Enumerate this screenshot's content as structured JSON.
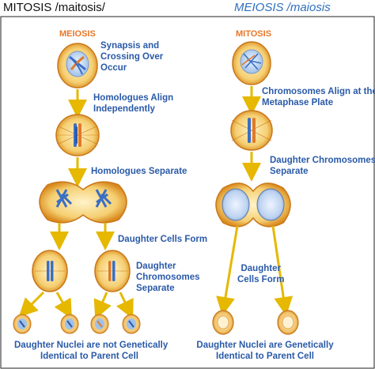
{
  "header": {
    "left_caption": "MITOSIS /maitosis/",
    "right_caption": "MEIOSIS /maiosis"
  },
  "left_panel": {
    "title": "MEIOSIS",
    "step1": [
      "Synapsis and",
      "Crossing Over",
      "Occur"
    ],
    "step2": [
      "Homologues Align",
      "Independently"
    ],
    "step3": "Homologues Separate",
    "step4": "Daughter Cells Form",
    "step5": [
      "Daughter",
      "Chromosomes",
      "Separate"
    ],
    "result": [
      "Daughter Nuclei are not Genetically",
      "Identical to Parent Cell"
    ]
  },
  "right_panel": {
    "title": "MITOSIS",
    "step1": [
      "Chromosomes Align at the",
      "Metaphase Plate"
    ],
    "step2": [
      "Daughter Chromosomes",
      "Separate"
    ],
    "step3": [
      "Daughter",
      "Cells Form"
    ],
    "result": [
      "Daughter Nuclei are Genetically",
      "Identical to Parent Cell"
    ]
  },
  "colors": {
    "cell_fill": "#f7d98a",
    "cell_edge": "#d98a1a",
    "chromosome": "#3a6fc4",
    "arrow": "#e6b800",
    "label": "#2a5aa8",
    "title": "#e8772a"
  }
}
